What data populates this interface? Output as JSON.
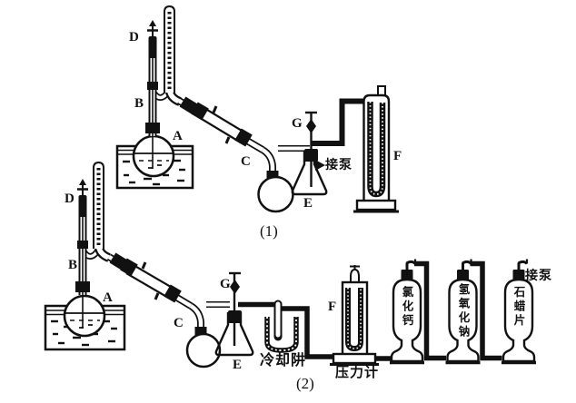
{
  "figure": {
    "background": "#ffffff",
    "ink": "#111111"
  },
  "setup1": {
    "caption": "(1)",
    "labels": {
      "A": "A",
      "B": "B",
      "C": "C",
      "D": "D",
      "E": "E",
      "F": "F",
      "G": "G"
    },
    "pump_label": "接泵"
  },
  "setup2": {
    "caption": "(2)",
    "labels": {
      "A": "A",
      "B": "B",
      "C": "C",
      "D": "D",
      "E": "E",
      "F": "F",
      "G": "G"
    },
    "pump_label": "接泵",
    "trap_label": "冷却阱",
    "gauge_label": "压力计",
    "towers": [
      {
        "label": "氯化钙"
      },
      {
        "label": "氢氧化钠"
      },
      {
        "label": "石蜡片"
      }
    ]
  }
}
